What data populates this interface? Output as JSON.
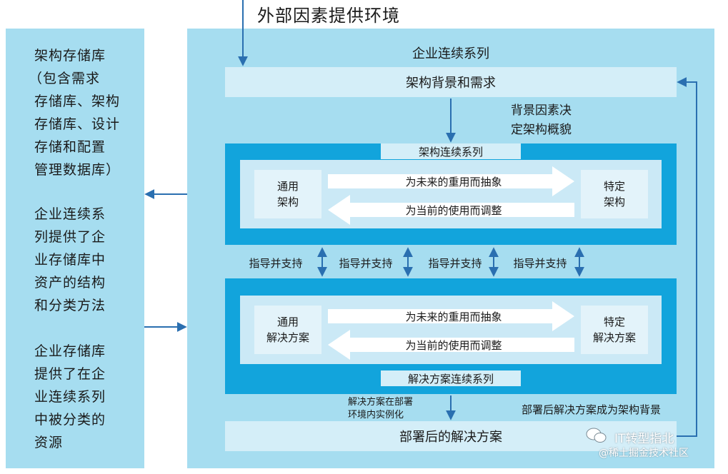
{
  "top_title": "外部因素提供环境",
  "left_panel": {
    "block1": [
      "架构存储库",
      "（包含需求",
      "存储库、架构",
      "存储库、设计",
      "存储和配置",
      "管理数据库）"
    ],
    "block2": [
      "企业连续系",
      "列提供了企",
      "业存储库中",
      "资产的结构",
      "和分类方法"
    ],
    "block3": [
      "企业存储库",
      "提供了在企",
      "业连续系列",
      "中被分类的",
      "资源"
    ]
  },
  "right_panel": {
    "title": "企业连续系列",
    "top_bar": "架构背景和需求",
    "context_note": [
      "背景因素决",
      "定架构概貌"
    ],
    "architecture_continuum": {
      "label": "架构连续系列",
      "generic": [
        "通用",
        "架构"
      ],
      "specific": [
        "特定",
        "架构"
      ],
      "arrow_right": "为未来的重用而抽象",
      "arrow_left": "为当前的使用而调整"
    },
    "guides": [
      "指导并支持",
      "指导并支持",
      "指导并支持",
      "指导并支持"
    ],
    "solutions_continuum": {
      "label": "解决方案连续系列",
      "generic": [
        "通用",
        "解决方案"
      ],
      "specific": [
        "特定",
        "解决方案"
      ],
      "arrow_right": "为未来的重用而抽象",
      "arrow_left": "为当前的使用而调整"
    },
    "instantiate_note": [
      "解决方案在部署",
      "环境内实例化"
    ],
    "feedback_note": "部署后解决方案成为架构背景",
    "bottom_bar": "部署后的解决方案"
  },
  "watermark": {
    "title": "IT转型指北",
    "subtitle": "@稀土掘金技术社区"
  },
  "colors": {
    "panel": "#a6ddf0",
    "dark_box": "#12a4dc",
    "bar": "#d4eef8",
    "arrow": "#2a6fb0"
  }
}
